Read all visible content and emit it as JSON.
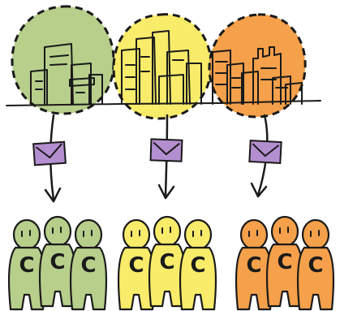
{
  "colors": {
    "green": "#b7cf8b",
    "yellow": "#f8ec6a",
    "orange": "#f5a04a",
    "purple": "#b48fd0",
    "ink": "#1a1a1a"
  },
  "groups": [
    {
      "id": "green",
      "color_key": "green",
      "people": 3,
      "letter": "C"
    },
    {
      "id": "yellow",
      "color_key": "yellow",
      "people": 3,
      "letter": "C"
    },
    {
      "id": "orange",
      "color_key": "orange",
      "people": 3,
      "letter": "C"
    }
  ],
  "icons": {
    "envelope": "envelope-icon",
    "arrow": "arrow-down-icon",
    "city": "city-skyline-icon",
    "person": "person-icon"
  }
}
